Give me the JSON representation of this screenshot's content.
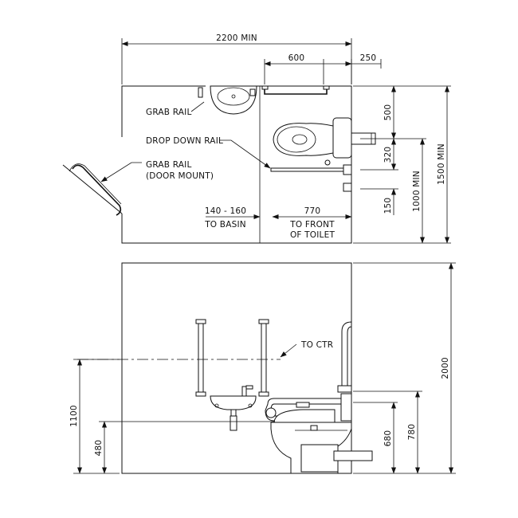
{
  "plan": {
    "dim_overall_width": "2200 MIN",
    "dim_toilet_to_wall": "600",
    "dim_wall_to_edge": "250",
    "dim_500": "500",
    "dim_320": "320",
    "dim_150": "150",
    "dim_1000_min": "1000 MIN",
    "dim_1500_min": "1500 MIN",
    "label_grab_rail": "GRAB RAIL",
    "label_drop_down_rail": "DROP DOWN RAIL",
    "label_grab_rail_door_1": "GRAB RAIL",
    "label_grab_rail_door_2": "(DOOR MOUNT)",
    "dim_basin_gap": "140 - 160",
    "dim_basin_gap_note": "TO BASIN",
    "dim_770": "770",
    "dim_770_note_1": "TO FRONT",
    "dim_770_note_2": "OF TOILET"
  },
  "elevation": {
    "label_to_ctr": "TO CTR",
    "dim_1100": "1100",
    "dim_480": "480",
    "dim_680": "680",
    "dim_780": "780",
    "dim_2000": "2000"
  },
  "colors": {
    "line": "#111111",
    "background": "#ffffff"
  }
}
